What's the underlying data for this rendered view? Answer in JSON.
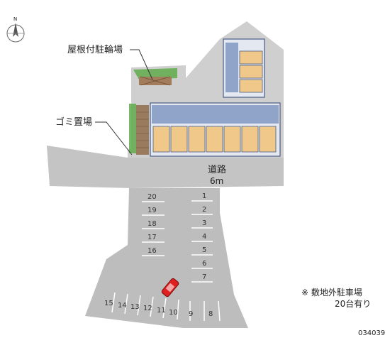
{
  "compass": {
    "label": "N",
    "icon": "north-arrow-icon"
  },
  "labels": {
    "roofed_bicycle_parking": "屋根付駐輪場",
    "garbage_area": "ゴミ置場",
    "road_name": "道路",
    "road_width": "6m",
    "offsite_parking_line1": "※ 敷地外駐車場",
    "offsite_parking_line2": "20台有り",
    "ref_code": "034039"
  },
  "parking": {
    "right_column": [
      "1",
      "2",
      "3",
      "4",
      "5",
      "6",
      "7"
    ],
    "left_column": [
      "20",
      "19",
      "18",
      "17",
      "16"
    ],
    "bottom_row": [
      "15",
      "14",
      "13",
      "12",
      "11",
      "10",
      "9",
      "8"
    ],
    "highlighted_car_color": "#e02020"
  },
  "colors": {
    "ground": "#cfcfcf",
    "road": "#c4c4c4",
    "lot": "#bdbdbd",
    "building": "#8fa4c8",
    "unit_highlight": "#f0c98a",
    "greenery": "#5faa4a",
    "bicycle_roof": "#a37c5c"
  }
}
